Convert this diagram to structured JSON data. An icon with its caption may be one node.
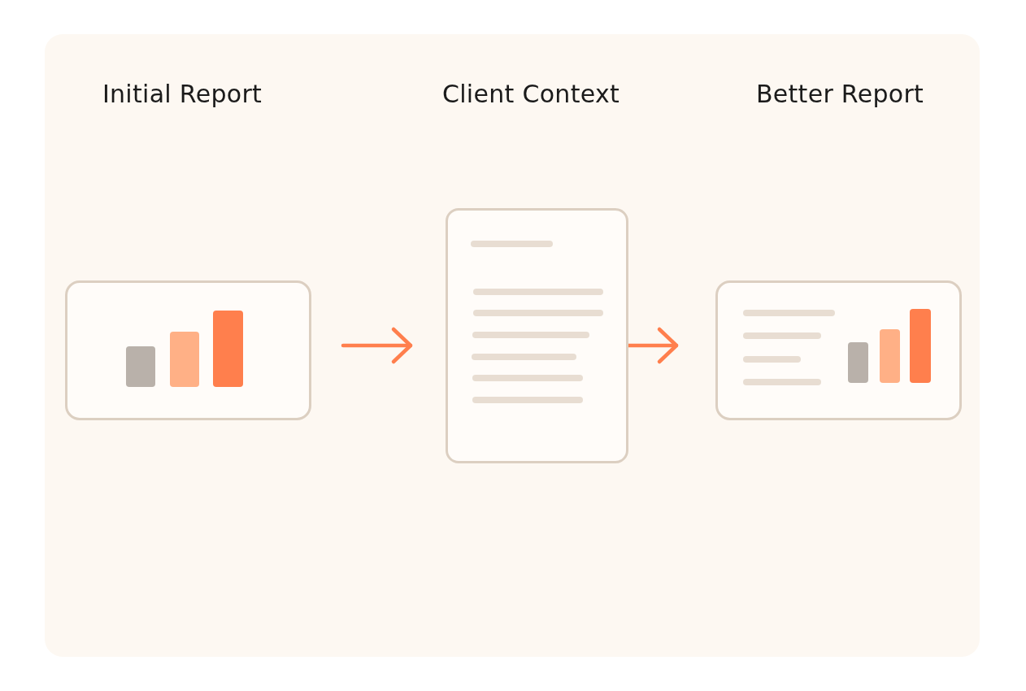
{
  "diagram": {
    "nodes": [
      {
        "text": [],
        "shape": "picture"
      },
      {
        "text": [],
        "shape": "picture"
      },
      {
        "text": [],
        "shape": "picture"
      }
    ],
    "edges": [
      {
        "from": 0,
        "to": 1,
        "arrow": "to"
      },
      {
        "from": 1,
        "to": 2,
        "arrow": "to"
      }
    ],
    "labels": [
      "Initial Report",
      "Client Context",
      "Better Report"
    ]
  }
}
